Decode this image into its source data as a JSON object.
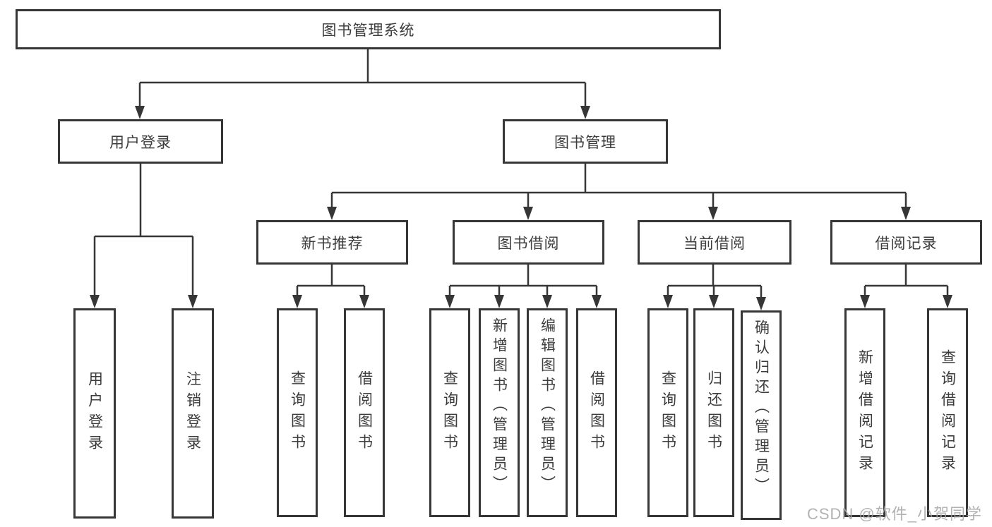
{
  "diagram_title": "图书管理系统",
  "watermark": {
    "text": "CSDN @软件_小贺同学"
  },
  "colors": {
    "line": "#363636",
    "box_border": "#363636",
    "text": "#3c3c3c",
    "watermark": "#a4a4a4",
    "background": "#ffffff"
  },
  "tree": {
    "root": {
      "label": "图书管理系统",
      "children": [
        {
          "label": "用户登录",
          "children": [
            {
              "label": "用户登录"
            },
            {
              "label": "注销登录"
            }
          ]
        },
        {
          "label": "图书管理",
          "children": [
            {
              "label": "新书推荐",
              "children": [
                {
                  "label": "查询图书"
                },
                {
                  "label": "借阅图书"
                }
              ]
            },
            {
              "label": "图书借阅",
              "children": [
                {
                  "label": "查询图书"
                },
                {
                  "label": "新增图书（管理员）"
                },
                {
                  "label": "编辑图书（管理员）"
                },
                {
                  "label": "借阅图书"
                }
              ]
            },
            {
              "label": "当前借阅",
              "children": [
                {
                  "label": "查询图书"
                },
                {
                  "label": "归还图书"
                },
                {
                  "label": "确认归还（管理员）"
                }
              ]
            },
            {
              "label": "借阅记录",
              "children": [
                {
                  "label": "新增借阅记录"
                },
                {
                  "label": "查询借阅记录"
                }
              ]
            }
          ]
        }
      ]
    }
  }
}
